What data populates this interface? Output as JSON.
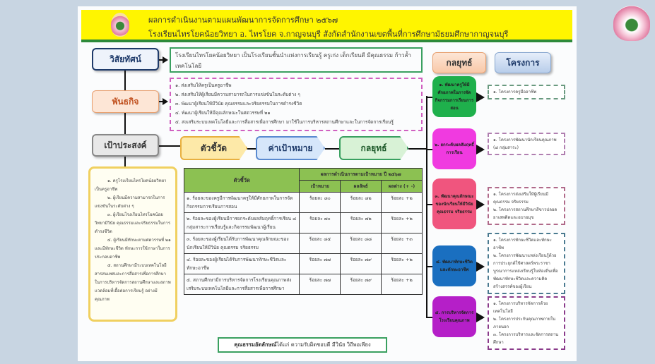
{
  "header": {
    "title": "ผลการดำเนินงานตามแผนพัฒนาการจัดการศึกษา ๒๕๖๗",
    "subtitle": "โรงเรียนไทรโยคน้อยวิทยา    อ. ไทรโยค  จ.กาญจนบุรี   สังกัดสำนักงานเขตพื้นที่การศึกษามัธยมศึกษากาญจนบุรี"
  },
  "vision": {
    "label": "วิสัยทัศน์",
    "text": "โรงเรียนไทรโยคน้อยวิทยา เป็นโรงเรียนชั้นนำแห่งการเรียนรู้ ครูเก่ง เด็กเรียนดี มีคุณธรรม ก้าวล้ำเทคโนโลยี"
  },
  "mission": {
    "label": "พันธกิจ",
    "items": [
      "๑. ส่งเสริมให้ครูเป็นครูอาชีพ",
      "๒. ส่งเสริมให้ผู้เรียนมีความสามารถในการแข่งขันในระดับต่าง ๆ",
      "๓. พัฒนาผู้เรียนให้มีวินัย คุณธรรมและจริยธรรมในการดำรงชีวิต",
      "๔. พัฒนาผู้เรียนให้มีคุณลักษณะในศตวรรษที่ ๒๑",
      "๕. ส่งเสริมระบบเทคโนโลยีและการสื่อสารเพื่อการศึกษา มาใช้ในการบริหารสถานศึกษาและในการจัดการเรียนรู้"
    ]
  },
  "goal": {
    "label": "เป้าประสงค์",
    "flow": [
      "ตัวชี้วัด",
      "ค่าเป้าหมาย",
      "กลยุทธ์"
    ],
    "items": [
      "๑. ครูโรงเรียนไทรโยคน้อยวิทยาเป็นครูอาชีพ",
      "๒. ผู้เรียนมีความสามารถในการแข่งขันในระดับต่าง ๆ",
      "๓. ผู้เรียนโรงเรียนไทรโยคน้อยวิทยามีวินัย คุณธรรมและจริยธรรมในการดำรงชีวิต",
      "๔. ผู้เรียนมีทักษะตามศตวรรษที่ ๒๑ และมีทักษะชีวิต ทักษะการใช้ภาษาในการประกอบอาชีพ",
      "๕. สถานศึกษามีระบบเทคโนโลยีสารสนเทศและการสื่อสารเพื่อการศึกษา ในการบริหารจัดการสถานศึกษาและสภาพแวดล้อมที่เอื้อต่อการเรียนรู้ อย่างมีคุณภาพ"
    ]
  },
  "table": {
    "col_indicator": "ตัวชี้วัด",
    "group_header": "ผลการดำเนินการตามเป้าหมาย ปี ๒๕๖๗",
    "col_target": "เป้าหมาย",
    "col_result": "ผลลัพธ์",
    "col_diff": "ผลต่าง (+ -)",
    "rows": [
      {
        "indicator": "๑. ร้อยละของครูมีการพัฒนาครูให้มีศักยภาพในการจัดกิจกรรมการเรียนการสอน",
        "target": "ร้อยละ ๘๐",
        "result": "ร้อยละ ๘๒",
        "diff": "ร้อยละ +๒"
      },
      {
        "indicator": "๒. ร้อยละของผู้เรียนมีการยกระดับผลสัมฤทธิ์การเรียน ๘ กลุ่มสาระการเรียนรู้และกิจกรรมพัฒนาผู้เรียน",
        "target": "ร้อยละ ๗๐",
        "result": "ร้อยละ ๗๒",
        "diff": "ร้อยละ +๒"
      },
      {
        "indicator": "๓. ร้อยละของผู้เรียนได้รับการพัฒนาคุณลักษณะของนักเรียนให้มีวินัย คุณธรรม จริยธรรม",
        "target": "ร้อยละ ๘๕",
        "result": "ร้อยละ ๘๘",
        "diff": "ร้อยละ +๓"
      },
      {
        "indicator": "๔. ร้อยละของผู้เรียนได้รับการพัฒนาทักษะชีวิตและทักษะอาชีพ",
        "target": "ร้อยละ ๗๗",
        "result": "ร้อยละ ๗๙",
        "diff": "ร้อยละ +๒"
      },
      {
        "indicator": "๕. สถานศึกษามีการบริหารจัดการโรงเรียนคุณภาพส่งเสริมระบบเทคโนโลยีและการสื่อสารเพื่อการศึกษา",
        "target": "ร้อยละ ๗๗",
        "result": "ร้อยละ ๗๙",
        "diff": "ร้อยละ +๒"
      }
    ]
  },
  "values": {
    "bold": "คุณธรรมอัตลักษณ์",
    "text": " ได้แก่ ความรับผิดชอบดี มีวินัย วิถีพอเพียง"
  },
  "strategy_header": "กลยุทธ์",
  "project_header": "โครงการ",
  "strategies": [
    {
      "text": "๑. พัฒนาครูให้มีศักยภาพในการจัดกิจกรรมการเรียนการสอน",
      "color": "#1fb04c",
      "projects": [
        "๑. โครงการครูมืออาชีพ"
      ],
      "pcolor": "#6a9a80"
    },
    {
      "text": "๒. ยกระดับผลสัมฤทธิ์การเรียน",
      "color": "#f03ae0",
      "projects": [
        "๑. โครงการพัฒนานักเรียนคุณภาพ (๘ กลุ่มสาระ)"
      ],
      "pcolor": "#b07fb0"
    },
    {
      "text": "๓. พัฒนาคุณลักษณะของนักเรียนให้มีวินัย คุณธรรม จริยธรรม",
      "color": "#f0557e",
      "projects": [
        "๑. โครงการส่งเสริมให้ผู้เรียนมีคุณธรรม จริยธรรม",
        "๒. โครงการสถานศึกษาสีขาวปลอดยาเสพติดและอบายมุข"
      ],
      "pcolor": "#b06a8a"
    },
    {
      "text": "๔. พัฒนาทักษะชีวิตและทักษะอาชีพ",
      "color": "#1a6fc0",
      "projects": [
        "๑. โครงการทักษะชีวิตและทักษะอาชีพ",
        "๒. โครงการพัฒนาแหล่งเรียนรู้ด้วยการประยุกต์ใช้ศาสตร์พระราชา บูรณาการแหล่งเรียนรู้ในท้องถิ่นเพื่อพัฒนาทักษะชีวิตและความคิดสร้างสรรค์ของผู้เรียน"
      ],
      "pcolor": "#4a7a90"
    },
    {
      "text": "๕. การบริหารจัดการโรงเรียนคุณภาพ",
      "color": "#b51fc8",
      "projects": [
        "๑. โครงการบริหารจัดการด้วยเทคโนโลยี",
        "๒. โครงการประกันคุณภาพภายในภายนอก",
        "๓. โครงการบริหารและจัดการสถานศึกษา"
      ],
      "pcolor": "#8a3a8a"
    }
  ]
}
